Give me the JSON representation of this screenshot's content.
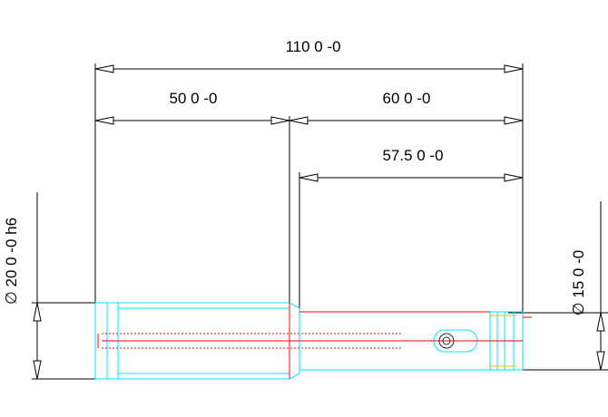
{
  "dimensions": {
    "overall_length": "110 0 -0",
    "left_length": "50 0 -0",
    "right_length": "60 0 -0",
    "inner_length": "57.5 0 -0",
    "left_diameter": "∅ 20 0 -0 h6",
    "right_diameter": "∅ 15 0 -0"
  },
  "colors": {
    "dimension": "#000000",
    "outline": "#00e5ff",
    "section": "#ff0000",
    "background": "#ffffff"
  }
}
